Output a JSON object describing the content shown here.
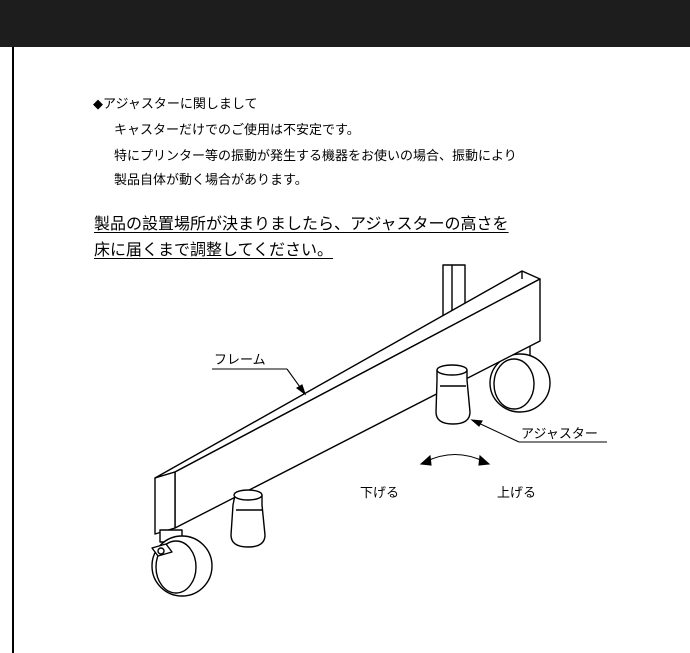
{
  "header": {
    "color": "#1d1d1d"
  },
  "notice": {
    "heading": "◆アジャスターに関しまして",
    "lines": [
      "キャスターだけでのご使用は不安定です。",
      "特にプリンター等の振動が発生する機器をお使いの場合、振動により",
      "製品自体が動く場合があります。"
    ]
  },
  "warning": {
    "lines": [
      "製品の設置場所が決まりましたら、アジャスターの高さを",
      "床に届くまで調整してください。"
    ]
  },
  "figure": {
    "labels": {
      "frame": "フレーム",
      "adjuster": "アジャスター",
      "lower": "下げる",
      "raise": "上げる"
    }
  }
}
